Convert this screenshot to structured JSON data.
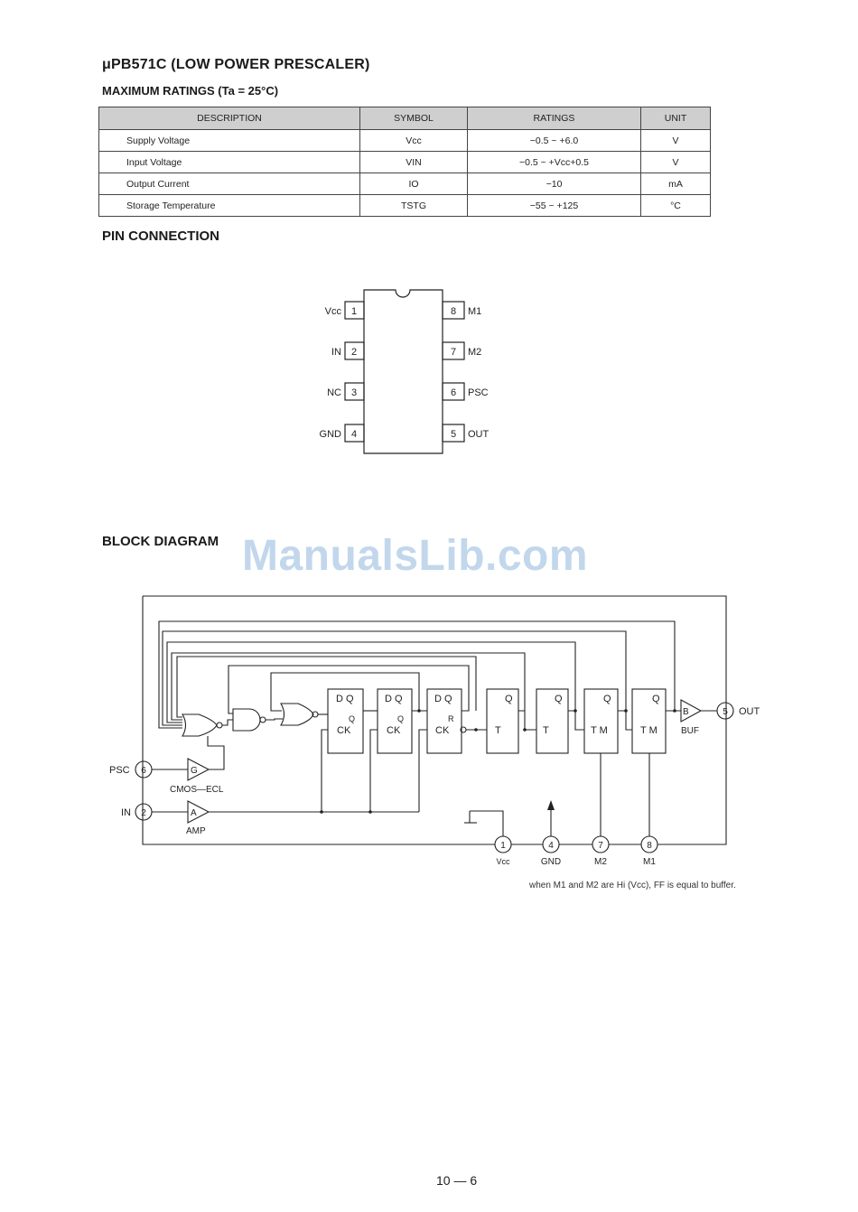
{
  "title": "μPB571C (LOW POWER PRESCALER)",
  "ratings": {
    "heading": "MAXIMUM RATINGS (Ta = 25°C)",
    "columns": [
      "DESCRIPTION",
      "SYMBOL",
      "RATINGS",
      "UNIT"
    ],
    "rows": [
      {
        "desc": "Supply Voltage",
        "symbol": "Vcc",
        "rating": "−0.5 ~ +6.0",
        "unit": "V"
      },
      {
        "desc": "Input Voltage",
        "symbol": "VIN",
        "rating": "−0.5 ~ +Vcc+0.5",
        "unit": "V"
      },
      {
        "desc": "Output Current",
        "symbol": "IO",
        "rating": "−10",
        "unit": "mA"
      },
      {
        "desc": "Storage Temperature",
        "symbol": "TSTG",
        "rating": "−55 ~ +125",
        "unit": "°C"
      }
    ]
  },
  "pin_connection": {
    "heading": "PIN CONNECTION",
    "left_pins": [
      {
        "num": "1",
        "label": "Vcc"
      },
      {
        "num": "2",
        "label": "IN"
      },
      {
        "num": "3",
        "label": "NC"
      },
      {
        "num": "4",
        "label": "GND"
      }
    ],
    "right_pins": [
      {
        "num": "8",
        "label": "M1"
      },
      {
        "num": "7",
        "label": "M2"
      },
      {
        "num": "6",
        "label": "PSC"
      },
      {
        "num": "5",
        "label": "OUT"
      }
    ]
  },
  "block_diagram": {
    "heading": "BLOCK DIAGRAM",
    "labels": {
      "psc": "PSC",
      "in": "IN",
      "out": "OUT",
      "cmos_ecl": "CMOS—ECL",
      "amp": "AMP",
      "buf": "BUF",
      "g": "G",
      "a": "A",
      "b": "B",
      "dq": "D Q",
      "ck": "CK",
      "q": "Q",
      "r": "R",
      "t": "T",
      "tm": "T M",
      "vcc": "Vcc",
      "gnd": "GND",
      "m2": "M2",
      "m1": "M1"
    },
    "pins": {
      "psc": "6",
      "in": "2",
      "out": "5",
      "vcc": "1",
      "gnd": "4",
      "m2": "7",
      "m1": "8"
    },
    "note": "when M1 and M2 are Hi (Vcc), FF is equal to buffer."
  },
  "watermark": "ManualsLib.com",
  "page_number": "10 — 6"
}
